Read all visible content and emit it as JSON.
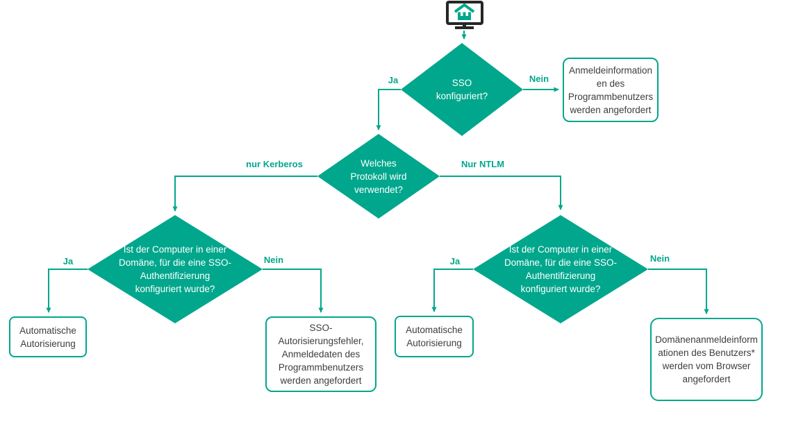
{
  "title": "SSO-Authentifizierung Flussdiagramm",
  "colors": {
    "accent": "#00a78c",
    "box_text": "#3d3d3d",
    "diamond_text": "#ffffff",
    "monitor_frame": "#262626",
    "background": "#ffffff"
  },
  "icons": {
    "start": "computer-with-home-icon"
  },
  "nodes": {
    "d1": {
      "type": "decision",
      "lines": [
        "SSO",
        "konfiguriert?"
      ]
    },
    "d2": {
      "type": "decision",
      "lines": [
        "Welches",
        "Protokoll wird",
        "verwendet?"
      ]
    },
    "d3": {
      "type": "decision",
      "lines": [
        "Ist der Computer in einer",
        "Domäne, für die eine SSO-",
        "Authentifizierung",
        "konfiguriert wurde?"
      ]
    },
    "d4": {
      "type": "decision",
      "lines": [
        "Ist der Computer in einer",
        "Domäne, für die eine SSO-",
        "Authentifizierung",
        "konfiguriert wurde?"
      ]
    },
    "b1": {
      "type": "terminal",
      "lines": [
        "Anmeldeinformation",
        "en des",
        "Programmbenutzers",
        "werden angefordert"
      ]
    },
    "b2": {
      "type": "terminal",
      "lines": [
        "Automatische",
        "Autorisierung"
      ]
    },
    "b3": {
      "type": "terminal",
      "lines": [
        "SSO-",
        "Autorisierungsfehler,",
        "Anmeldedaten des",
        "Programmbenutzers",
        "werden angefordert"
      ]
    },
    "b4": {
      "type": "terminal",
      "lines": [
        "Automatische",
        "Autorisierung"
      ]
    },
    "b5": {
      "type": "terminal",
      "lines": [
        "Domänenanmeldeinform",
        "ationen des Benutzers*",
        "werden vom Browser",
        "angefordert"
      ]
    }
  },
  "edges": {
    "ja1": {
      "label": "Ja"
    },
    "nein1": {
      "label": "Nein"
    },
    "kerberos": {
      "label": "nur Kerberos"
    },
    "ntlm": {
      "label": "Nur NTLM"
    },
    "ja2": {
      "label": "Ja"
    },
    "nein2": {
      "label": "Nein"
    },
    "ja3": {
      "label": "Ja"
    },
    "nein3": {
      "label": "Nein"
    }
  }
}
